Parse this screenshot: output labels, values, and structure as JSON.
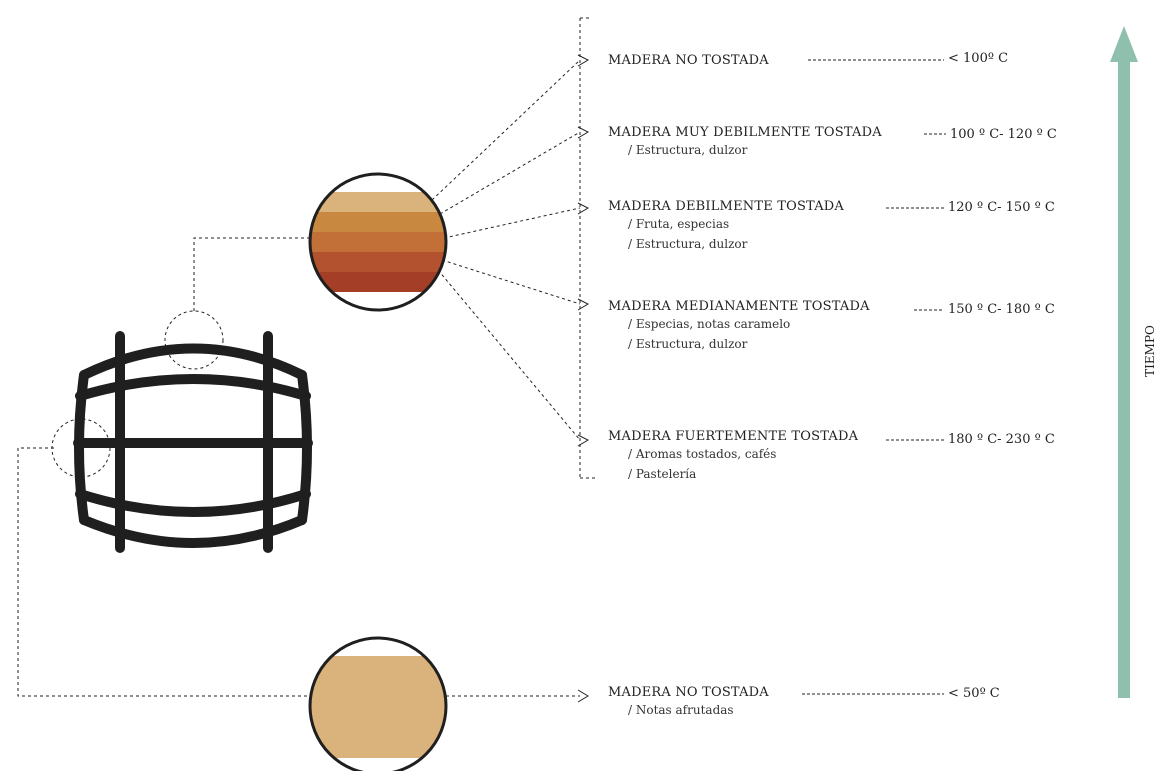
{
  "colors": {
    "barrel": "#1f1f1f",
    "arrow": "#8fbfad",
    "toast_bands": [
      "#d9b37b",
      "#c9883f",
      "#c26f38",
      "#b2522f",
      "#a43e27"
    ],
    "untoasted": "#d9b37b"
  },
  "levels": [
    {
      "title": "MADERA NO TOSTADA",
      "notes": [],
      "temp": "< 100º C"
    },
    {
      "title": "MADERA MUY DEBILMENTE TOSTADA",
      "notes": [
        "/ Estructura, dulzor"
      ],
      "temp": "100 º C- 120 º C"
    },
    {
      "title": "MADERA DEBILMENTE TOSTADA",
      "notes": [
        "/ Fruta, especias",
        "/ Estructura, dulzor"
      ],
      "temp": "120 º C- 150 º C"
    },
    {
      "title": "MADERA MEDIANAMENTE TOSTADA",
      "notes": [
        "/ Especias, notas caramelo",
        "/ Estructura, dulzor"
      ],
      "temp": "150 º C- 180 º C"
    },
    {
      "title": "MADERA FUERTEMENTE TOSTADA",
      "notes": [
        "/ Aromas tostados, cafés",
        "/ Pastelería"
      ],
      "temp": "180 º C- 230 º C"
    }
  ],
  "bottom": {
    "title": "MADERA NO TOSTADA",
    "notes": [
      "/ Notas afrutadas"
    ],
    "temp": "< 50º C"
  },
  "axis": {
    "label": "TIEMPO"
  },
  "icons": {
    "barrel": "barrel-icon",
    "zoom": "zoom-circle-icon",
    "arrow": "arrow-up-icon"
  }
}
